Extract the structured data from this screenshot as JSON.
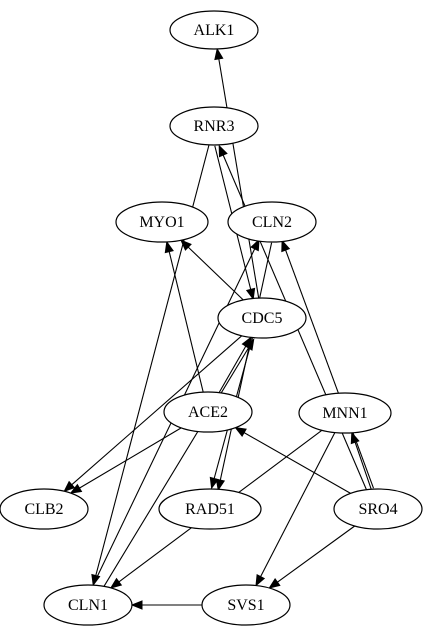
{
  "graph": {
    "nodes": [
      {
        "id": "ALK1",
        "label": "ALK1"
      },
      {
        "id": "RNR3",
        "label": "RNR3"
      },
      {
        "id": "MYO1",
        "label": "MYO1"
      },
      {
        "id": "CLN2",
        "label": "CLN2"
      },
      {
        "id": "CDC5",
        "label": "CDC5"
      },
      {
        "id": "ACE2",
        "label": "ACE2"
      },
      {
        "id": "MNN1",
        "label": "MNN1"
      },
      {
        "id": "CLB2",
        "label": "CLB2"
      },
      {
        "id": "RAD51",
        "label": "RAD51"
      },
      {
        "id": "SRO4",
        "label": "SRO4"
      },
      {
        "id": "CLN1",
        "label": "CLN1"
      },
      {
        "id": "SVS1",
        "label": "SVS1"
      }
    ],
    "edges": [
      {
        "from": "CDC5",
        "to": "ALK1"
      },
      {
        "from": "RNR3",
        "to": "CDC5"
      },
      {
        "from": "RNR3",
        "to": "CLN1"
      },
      {
        "from": "SRO4",
        "to": "RNR3"
      },
      {
        "from": "SRO4",
        "to": "CLN2"
      },
      {
        "from": "SRO4",
        "to": "MNN1"
      },
      {
        "from": "SRO4",
        "to": "ACE2"
      },
      {
        "from": "SRO4",
        "to": "SVS1"
      },
      {
        "from": "CDC5",
        "to": "MYO1"
      },
      {
        "from": "ACE2",
        "to": "MYO1"
      },
      {
        "from": "CLN2",
        "to": "RAD51"
      },
      {
        "from": "CDC5",
        "to": "RAD51"
      },
      {
        "from": "ACE2",
        "to": "CDC5"
      },
      {
        "from": "CDC5",
        "to": "CLB2"
      },
      {
        "from": "ACE2",
        "to": "CLB2"
      },
      {
        "from": "CLN1",
        "to": "CLN2"
      },
      {
        "from": "CLN1",
        "to": "CDC5"
      },
      {
        "from": "MNN1",
        "to": "CLN1"
      },
      {
        "from": "MNN1",
        "to": "SVS1"
      },
      {
        "from": "SVS1",
        "to": "CLN1"
      }
    ]
  }
}
